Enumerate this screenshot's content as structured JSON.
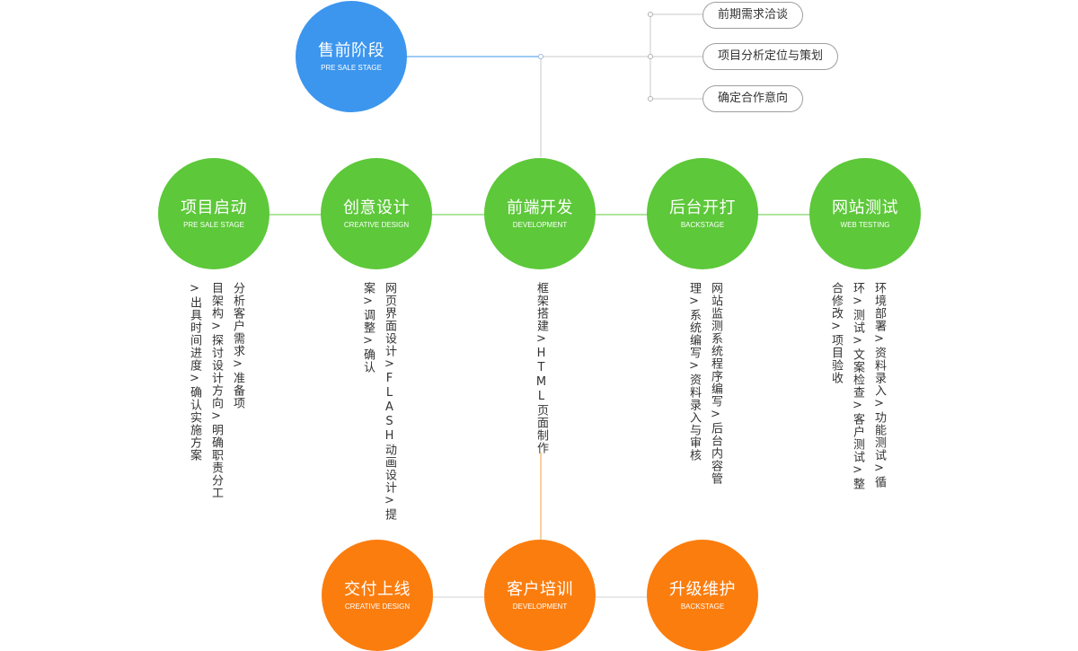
{
  "presale": {
    "title": "售前阶段",
    "subtitle": "PRE SALE STAGE"
  },
  "presale_items": [
    "前期需求洽谈",
    "项目分析定位与策划",
    "确定合作意向"
  ],
  "stages": [
    {
      "title": "项目启动",
      "subtitle": "PRE SALE STAGE",
      "desc": [
        "分析客户需求>准备项",
        "目架构>探讨设计方向>明确职责分工",
        ">出具时间进度>确认实施方案"
      ]
    },
    {
      "title": "创意设计",
      "subtitle": "CREATIVE DESIGN",
      "desc": [
        "网页界面设计>FLASH动画设计>提",
        "案>调整>确认"
      ]
    },
    {
      "title": "前端开发",
      "subtitle": "DEVELOPMENT",
      "desc": [
        "框架搭建>HTML页面制作"
      ]
    },
    {
      "title": "后台开打",
      "subtitle": "BACKSTAGE",
      "desc": [
        "网站监测系统程序编写>后台内容管",
        "理>系统编写>资料录入与审核"
      ]
    },
    {
      "title": "网站测试",
      "subtitle": "WEB TESTING",
      "desc": [
        "环境部署>资料录入>功能测试>循",
        "环>测试>文案检查>客户测试>整",
        "合修改>项目验收"
      ]
    }
  ],
  "final": [
    {
      "title": "交付上线",
      "subtitle": "CREATIVE DESIGN"
    },
    {
      "title": "客户培训",
      "subtitle": "DEVELOPMENT"
    },
    {
      "title": "升级维护",
      "subtitle": "BACKSTAGE"
    }
  ],
  "colors": {
    "presale": "#3c96ee",
    "stage": "#5dc83a",
    "final": "#fb7d0e",
    "connector_blue": "#3c96ee",
    "connector_gray": "#c8c8c8",
    "connector_orange": "#e8a04a"
  }
}
